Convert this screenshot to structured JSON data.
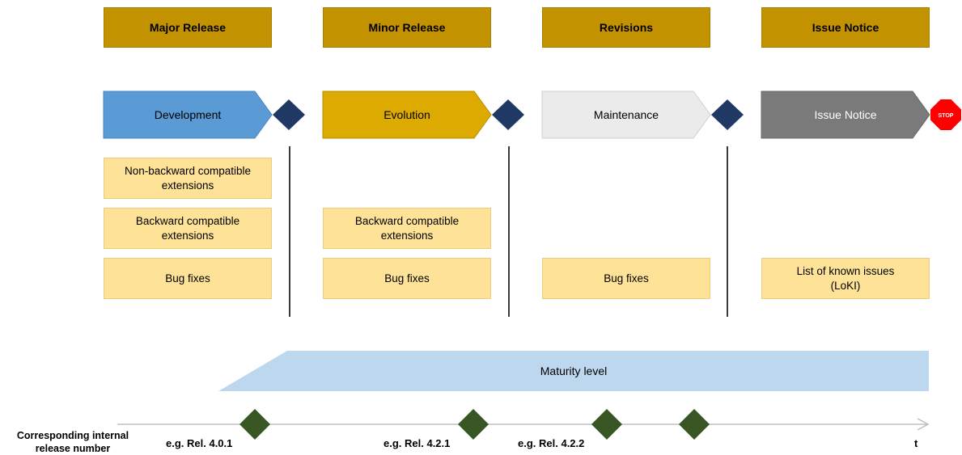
{
  "headers": [
    {
      "label": "Major Release"
    },
    {
      "label": "Minor Release"
    },
    {
      "label": "Revisions"
    },
    {
      "label": "Issue Notice"
    }
  ],
  "phases": [
    {
      "label": "Development",
      "color": "#5b9bd5"
    },
    {
      "label": "Evolution",
      "color": "#dcaa00"
    },
    {
      "label": "Maintenance",
      "color": "#ebebeb"
    },
    {
      "label": "Issue Notice",
      "color": "#7a7a7a"
    }
  ],
  "milestone_color": "#1f3864",
  "stop_sign": {
    "label": "STOP",
    "color": "#ff0000"
  },
  "tasks": {
    "col1": [
      {
        "line1": "Non-backward compatible",
        "line2": "extensions"
      },
      {
        "line1": "Backward compatible",
        "line2": "extensions"
      },
      {
        "line1": "Bug fixes",
        "line2": ""
      }
    ],
    "col2": [
      {
        "line1": "Backward compatible",
        "line2": "extensions"
      },
      {
        "line1": "Bug fixes",
        "line2": ""
      }
    ],
    "col3": [
      {
        "line1": "Bug fixes",
        "line2": ""
      }
    ],
    "col4": [
      {
        "line1": "List of known issues",
        "line2": "(LoKI)"
      }
    ]
  },
  "maturity": {
    "label": "Maturity level",
    "color": "#bdd7ee"
  },
  "timeline": {
    "caption_line1": "Corresponding internal",
    "caption_line2": "release number",
    "end_label": "t",
    "release_labels": [
      "e.g. Rel. 4.0.1",
      "e.g. Rel. 4.2.1",
      "e.g. Rel. 4.2.2"
    ],
    "release_marker_color": "#375623"
  }
}
